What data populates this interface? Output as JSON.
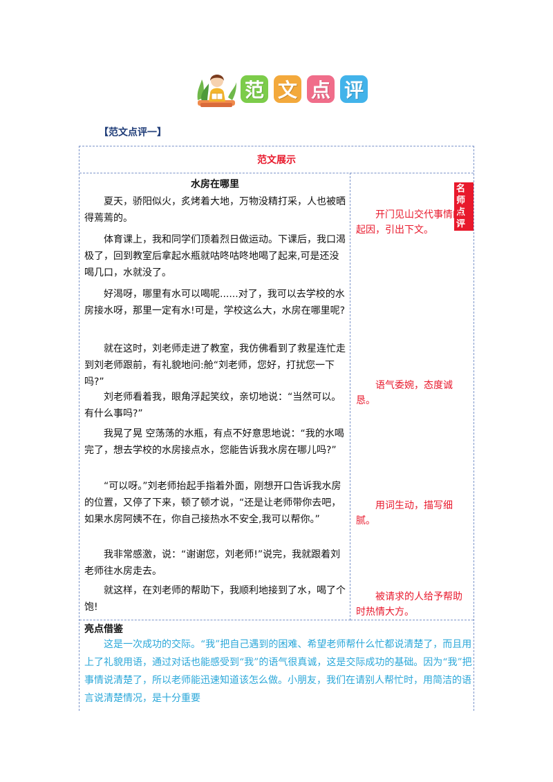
{
  "banner": {
    "chars": [
      {
        "text": "范",
        "color": "#7ccc4a"
      },
      {
        "text": "文",
        "color": "#f3a93c"
      },
      {
        "text": "点",
        "color": "#f06d8a"
      },
      {
        "text": "评",
        "color": "#42b3ea"
      }
    ]
  },
  "section_label": "【范文点评一】",
  "table": {
    "header": "范文展示",
    "essay": {
      "title": "水房在哪里",
      "paragraphs": [
        "夏天，骄阳似火，炙烤着大地，万物没精打采，人也被晒得蔫蔫的。",
        "体育课上，我和同学们顶着烈日做运动。下课后，我口渴极了，回到教室后拿起水瓶就咕咚咕咚地喝了起来,可是还没喝几口，水就没了。",
        "好渴呀，哪里有水可以喝呢......对了，我可以去学校的水房接水呀，那里一定有水!可是，学校这么大，水房在哪里呢?",
        "就在这时，刘老师走进了教室，我仿佛看到了救星连忙走到刘老师跟前，有礼貌地问:舱“刘老师，您好，打扰您一下吗?”",
        "刘老师看着我，眼角浮起笑纹，亲切地说：“当然可以。有什么事吗?”",
        "我晃了晃 空荡荡的水瓶，有点不好意思地说：“我的水喝完了，想去学校的水房接点水，您能告诉我水房在哪儿吗?”",
        " “可以呀。”刘老师抬起手指着外面，刚想开口告诉我水房的位置，又停了下来，顿了顿才说，“还是让老师带你去吧，如果水房阿姨不在，你自己接热水不安全,我可以帮你。”",
        "我非常感激，说：“谢谢您，刘老师!”说完，我就跟着刘老师往水房走去。",
        "就这样，在刘老师的帮助下，我顺利地接到了水，喝了个饱!"
      ]
    },
    "comment_badge": "名师点评",
    "comments": [
      "开门见山交代事情的起因，引出下文。",
      "语气委婉，态度诚恳。",
      "用词生动，描写细腻。",
      "被请求的人给予帮助时热情大方。"
    ]
  },
  "highlight": {
    "title": "亮点借鉴",
    "text": "这是一次成功的交际。“我”把自己遇到的困难、希望老师帮什么忙都说清楚了，而且用上了礼貌用语，通过对话也能感受到“我”的语气很真诚，这是交际成功的基础。因为“我”把事情说清楚了，所以老师能迅速知道该怎么做。小朋友，我们在请别人帮忙时，用简洁的语言说清楚情况，是十分重要"
  }
}
